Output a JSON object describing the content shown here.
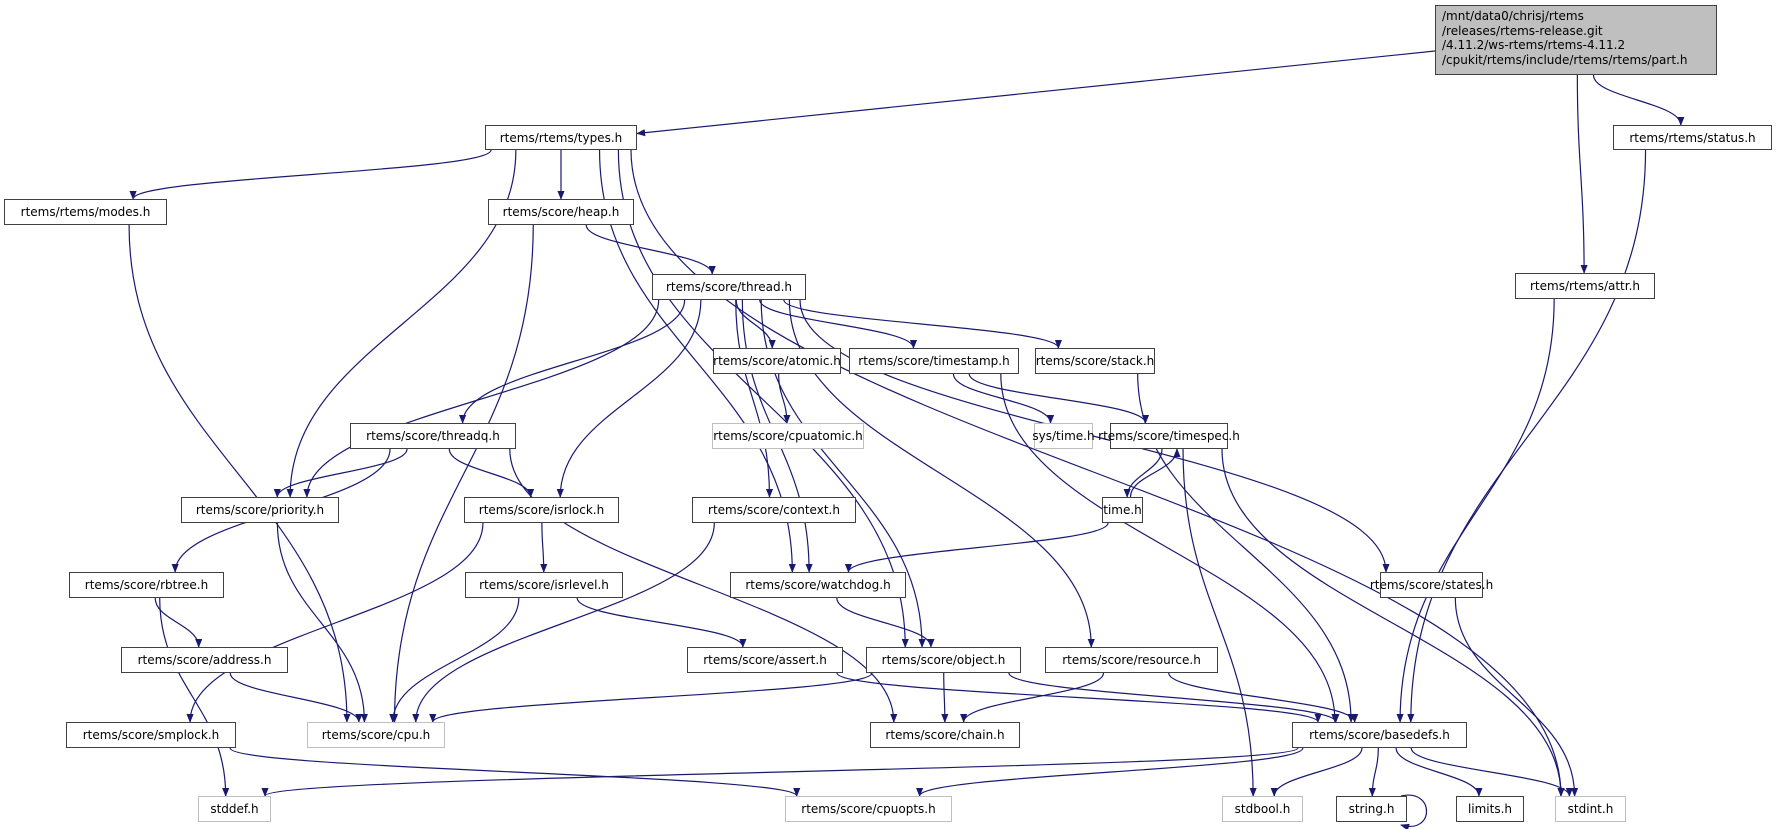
{
  "diagram": {
    "type": "include-dependency-graph",
    "root": {
      "id": "root",
      "label": "/mnt/data0/chrisj/rtems\n/releases/rtems-release.git\n/4.11.2/ws-rtems/rtems-4.11.2\n/cpukit/rtems/include/rtems/rtems/part.h"
    },
    "nodes": [
      {
        "id": "types",
        "label": "rtems/rtems/types.h",
        "kind": "documented"
      },
      {
        "id": "status",
        "label": "rtems/rtems/status.h",
        "kind": "documented"
      },
      {
        "id": "modes",
        "label": "rtems/rtems/modes.h",
        "kind": "documented"
      },
      {
        "id": "heap",
        "label": "rtems/score/heap.h",
        "kind": "documented"
      },
      {
        "id": "attr",
        "label": "rtems/rtems/attr.h",
        "kind": "documented"
      },
      {
        "id": "thread",
        "label": "rtems/score/thread.h",
        "kind": "documented"
      },
      {
        "id": "atomic",
        "label": "rtems/score/atomic.h",
        "kind": "documented"
      },
      {
        "id": "timestamp",
        "label": "rtems/score/timestamp.h",
        "kind": "documented"
      },
      {
        "id": "stack",
        "label": "rtems/score/stack.h",
        "kind": "documented"
      },
      {
        "id": "threadq",
        "label": "rtems/score/threadq.h",
        "kind": "documented"
      },
      {
        "id": "cpuatomic",
        "label": "rtems/score/cpuatomic.h",
        "kind": "external"
      },
      {
        "id": "systime",
        "label": "sys/time.h",
        "kind": "external"
      },
      {
        "id": "timespec",
        "label": "rtems/score/timespec.h",
        "kind": "documented"
      },
      {
        "id": "priority",
        "label": "rtems/score/priority.h",
        "kind": "documented"
      },
      {
        "id": "isrlock",
        "label": "rtems/score/isrlock.h",
        "kind": "documented"
      },
      {
        "id": "context",
        "label": "rtems/score/context.h",
        "kind": "documented"
      },
      {
        "id": "time",
        "label": "time.h",
        "kind": "documented"
      },
      {
        "id": "rbtree",
        "label": "rtems/score/rbtree.h",
        "kind": "documented"
      },
      {
        "id": "isrlevel",
        "label": "rtems/score/isrlevel.h",
        "kind": "documented"
      },
      {
        "id": "watchdog",
        "label": "rtems/score/watchdog.h",
        "kind": "documented"
      },
      {
        "id": "states",
        "label": "rtems/score/states.h",
        "kind": "documented"
      },
      {
        "id": "address",
        "label": "rtems/score/address.h",
        "kind": "documented"
      },
      {
        "id": "assert",
        "label": "rtems/score/assert.h",
        "kind": "documented"
      },
      {
        "id": "object",
        "label": "rtems/score/object.h",
        "kind": "documented"
      },
      {
        "id": "resource",
        "label": "rtems/score/resource.h",
        "kind": "documented"
      },
      {
        "id": "smplock",
        "label": "rtems/score/smplock.h",
        "kind": "documented"
      },
      {
        "id": "cpu",
        "label": "rtems/score/cpu.h",
        "kind": "external"
      },
      {
        "id": "chain",
        "label": "rtems/score/chain.h",
        "kind": "documented"
      },
      {
        "id": "basedefs",
        "label": "rtems/score/basedefs.h",
        "kind": "documented"
      },
      {
        "id": "stddef",
        "label": "stddef.h",
        "kind": "external"
      },
      {
        "id": "cpuopts",
        "label": "rtems/score/cpuopts.h",
        "kind": "external"
      },
      {
        "id": "stdbool",
        "label": "stdbool.h",
        "kind": "external"
      },
      {
        "id": "string",
        "label": "string.h",
        "kind": "documented"
      },
      {
        "id": "limits",
        "label": "limits.h",
        "kind": "documented"
      },
      {
        "id": "stdint",
        "label": "stdint.h",
        "kind": "external"
      }
    ],
    "edges": [
      [
        "root",
        "types"
      ],
      [
        "root",
        "attr"
      ],
      [
        "root",
        "status"
      ],
      [
        "types",
        "modes"
      ],
      [
        "types",
        "heap"
      ],
      [
        "types",
        "priority"
      ],
      [
        "types",
        "watchdog"
      ],
      [
        "types",
        "object"
      ],
      [
        "types",
        "stdint"
      ],
      [
        "status",
        "basedefs"
      ],
      [
        "modes",
        "cpu"
      ],
      [
        "heap",
        "thread"
      ],
      [
        "heap",
        "cpu"
      ],
      [
        "attr",
        "basedefs"
      ],
      [
        "thread",
        "atomic"
      ],
      [
        "thread",
        "timestamp"
      ],
      [
        "thread",
        "stack"
      ],
      [
        "thread",
        "threadq"
      ],
      [
        "thread",
        "priority"
      ],
      [
        "thread",
        "isrlock"
      ],
      [
        "thread",
        "context"
      ],
      [
        "thread",
        "watchdog"
      ],
      [
        "thread",
        "object"
      ],
      [
        "thread",
        "resource"
      ],
      [
        "thread",
        "states"
      ],
      [
        "atomic",
        "cpuatomic"
      ],
      [
        "timestamp",
        "systime"
      ],
      [
        "timestamp",
        "timespec"
      ],
      [
        "timestamp",
        "basedefs"
      ],
      [
        "stack",
        "basedefs"
      ],
      [
        "threadq",
        "priority"
      ],
      [
        "threadq",
        "isrlock"
      ],
      [
        "threadq",
        "rbtree"
      ],
      [
        "threadq",
        "chain"
      ],
      [
        "timespec",
        "time"
      ],
      [
        "timespec",
        "stdbool"
      ],
      [
        "timespec",
        "stdint"
      ],
      [
        "time",
        "timespec"
      ],
      [
        "time",
        "watchdog"
      ],
      [
        "priority",
        "cpu"
      ],
      [
        "isrlock",
        "isrlevel"
      ],
      [
        "isrlock",
        "smplock"
      ],
      [
        "context",
        "cpu"
      ],
      [
        "rbtree",
        "address"
      ],
      [
        "rbtree",
        "stddef"
      ],
      [
        "isrlevel",
        "assert"
      ],
      [
        "isrlevel",
        "cpu"
      ],
      [
        "watchdog",
        "object"
      ],
      [
        "states",
        "stdint"
      ],
      [
        "address",
        "cpu"
      ],
      [
        "assert",
        "basedefs"
      ],
      [
        "object",
        "cpu"
      ],
      [
        "object",
        "chain"
      ],
      [
        "object",
        "basedefs"
      ],
      [
        "resource",
        "chain"
      ],
      [
        "resource",
        "basedefs"
      ],
      [
        "smplock",
        "cpuopts"
      ],
      [
        "basedefs",
        "stddef"
      ],
      [
        "basedefs",
        "cpuopts"
      ],
      [
        "basedefs",
        "stdbool"
      ],
      [
        "basedefs",
        "string"
      ],
      [
        "basedefs",
        "limits"
      ],
      [
        "basedefs",
        "stdint"
      ],
      [
        "string",
        "string"
      ]
    ],
    "colors": {
      "edge": "#191970",
      "node_border": "#404040",
      "external_border": "#bfbfbf",
      "root_fill": "#bfbfbf"
    }
  }
}
